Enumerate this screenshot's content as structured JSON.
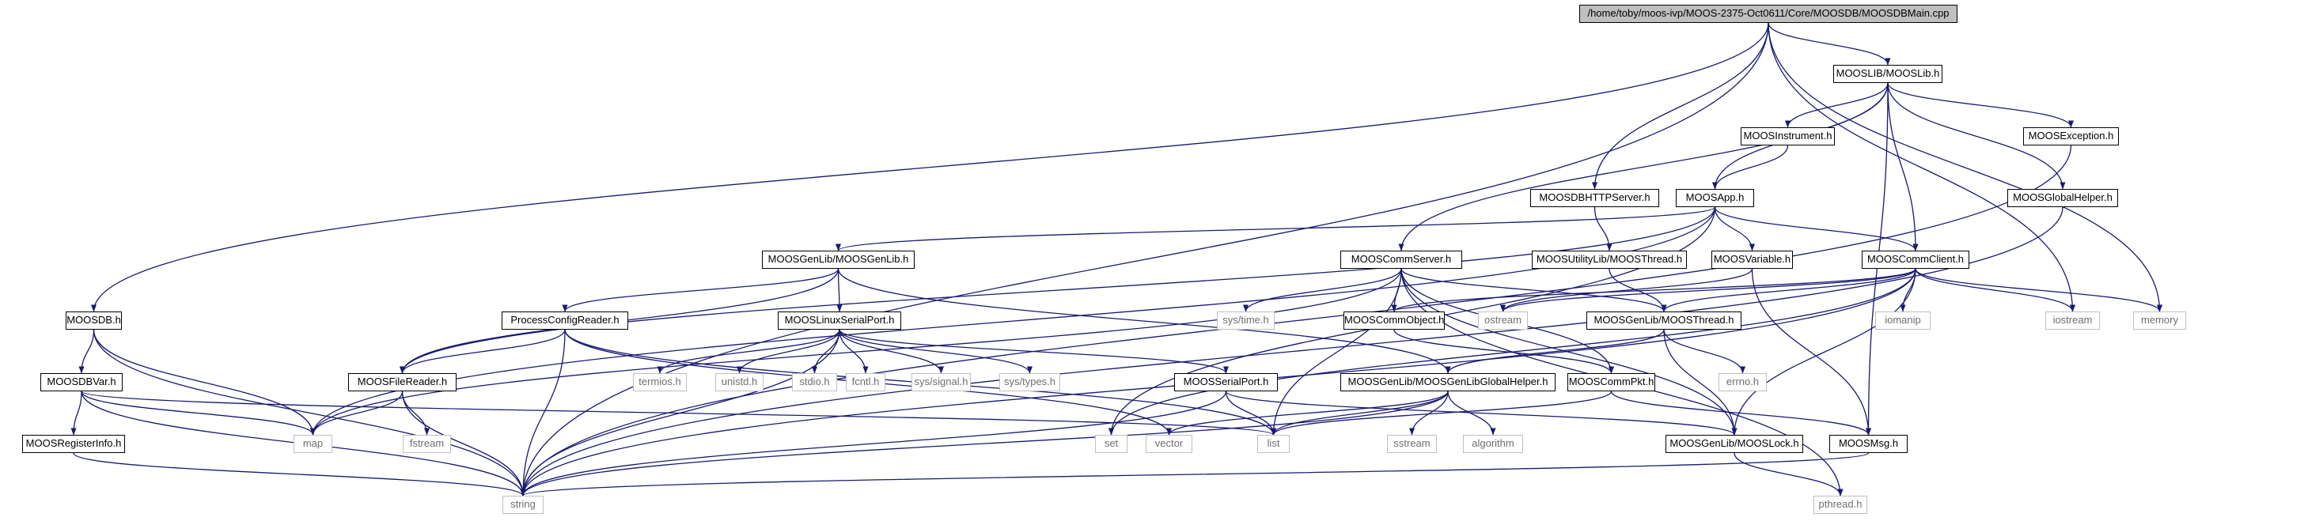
{
  "graph": {
    "nodes": [
      {
        "id": "root",
        "label": "/home/toby/moos-ivp/MOOS-2375-Oct0611/Core/MOOSDB/MOOSDBMain.cpp",
        "kind": "root"
      },
      {
        "id": "mooslib",
        "label": "MOOSLIB/MOOSLib.h",
        "kind": "file"
      },
      {
        "id": "moosinstrument",
        "label": "MOOSInstrument.h",
        "kind": "file"
      },
      {
        "id": "moosexception",
        "label": "MOOSException.h",
        "kind": "file"
      },
      {
        "id": "moosdbhttp",
        "label": "MOOSDBHTTPServer.h",
        "kind": "file"
      },
      {
        "id": "moosapp",
        "label": "MOOSApp.h",
        "kind": "file"
      },
      {
        "id": "moosglobalhelper",
        "label": "MOOSGlobalHelper.h",
        "kind": "file"
      },
      {
        "id": "moosgenlib",
        "label": "MOOSGenLib/MOOSGenLib.h",
        "kind": "file"
      },
      {
        "id": "mooscommserver",
        "label": "MOOSCommServer.h",
        "kind": "file"
      },
      {
        "id": "moosutilthread",
        "label": "MOOSUtilityLib/MOOSThread.h",
        "kind": "file"
      },
      {
        "id": "moosvariable",
        "label": "MOOSVariable.h",
        "kind": "file"
      },
      {
        "id": "mooscommclient",
        "label": "MOOSCommClient.h",
        "kind": "file"
      },
      {
        "id": "moosdb",
        "label": "MOOSDB.h",
        "kind": "file"
      },
      {
        "id": "processconfig",
        "label": "ProcessConfigReader.h",
        "kind": "file"
      },
      {
        "id": "mooslinuxserial",
        "label": "MOOSLinuxSerialPort.h",
        "kind": "file"
      },
      {
        "id": "systime",
        "label": "sys/time.h",
        "kind": "system"
      },
      {
        "id": "mooscommobject",
        "label": "MOOSCommObject.h",
        "kind": "file"
      },
      {
        "id": "ostream",
        "label": "ostream",
        "kind": "system"
      },
      {
        "id": "moosgenthread",
        "label": "MOOSGenLib/MOOSThread.h",
        "kind": "file"
      },
      {
        "id": "iomanip",
        "label": "iomanip",
        "kind": "system"
      },
      {
        "id": "iostream",
        "label": "iostream",
        "kind": "system"
      },
      {
        "id": "memory",
        "label": "memory",
        "kind": "system"
      },
      {
        "id": "moosdbvar",
        "label": "MOOSDBVar.h",
        "kind": "file"
      },
      {
        "id": "moosfilereader",
        "label": "MOOSFileReader.h",
        "kind": "file"
      },
      {
        "id": "termios",
        "label": "termios.h",
        "kind": "system"
      },
      {
        "id": "unistd",
        "label": "unistd.h",
        "kind": "system"
      },
      {
        "id": "stdio",
        "label": "stdio.h",
        "kind": "system"
      },
      {
        "id": "fcntl",
        "label": "fcntl.h",
        "kind": "system"
      },
      {
        "id": "syssignal",
        "label": "sys/signal.h",
        "kind": "system"
      },
      {
        "id": "systypes",
        "label": "sys/types.h",
        "kind": "system"
      },
      {
        "id": "moosserial",
        "label": "MOOSSerialPort.h",
        "kind": "file"
      },
      {
        "id": "moosglobalhelpergen",
        "label": "MOOSGenLib/MOOSGenLibGlobalHelper.h",
        "kind": "file"
      },
      {
        "id": "mooscommpkt",
        "label": "MOOSCommPkt.h",
        "kind": "file"
      },
      {
        "id": "errno",
        "label": "errno.h",
        "kind": "system"
      },
      {
        "id": "map",
        "label": "map",
        "kind": "system"
      },
      {
        "id": "moosregister",
        "label": "MOOSRegisterInfo.h",
        "kind": "file"
      },
      {
        "id": "fstream",
        "label": "fstream",
        "kind": "system"
      },
      {
        "id": "set",
        "label": "set",
        "kind": "system"
      },
      {
        "id": "vector",
        "label": "vector",
        "kind": "system"
      },
      {
        "id": "list",
        "label": "list",
        "kind": "system"
      },
      {
        "id": "sstream",
        "label": "sstream",
        "kind": "system"
      },
      {
        "id": "algorithm",
        "label": "algorithm",
        "kind": "system"
      },
      {
        "id": "mooslock",
        "label": "MOOSGenLib/MOOSLock.h",
        "kind": "file"
      },
      {
        "id": "moosmsg",
        "label": "MOOSMsg.h",
        "kind": "file"
      },
      {
        "id": "string",
        "label": "string",
        "kind": "system"
      },
      {
        "id": "pthread",
        "label": "pthread.h",
        "kind": "system"
      }
    ],
    "edges": [
      [
        "root",
        "mooslib"
      ],
      [
        "root",
        "moosdbhttp"
      ],
      [
        "root",
        "moosdb"
      ],
      [
        "root",
        "string"
      ],
      [
        "root",
        "iostream"
      ],
      [
        "root",
        "memory"
      ],
      [
        "mooslib",
        "moosinstrument"
      ],
      [
        "mooslib",
        "moosexception"
      ],
      [
        "mooslib",
        "moosapp"
      ],
      [
        "mooslib",
        "moosglobalhelper"
      ],
      [
        "mooslib",
        "mooscommclient"
      ],
      [
        "mooslib",
        "mooscommserver"
      ],
      [
        "mooslib",
        "moosmsg"
      ],
      [
        "moosinstrument",
        "moosapp"
      ],
      [
        "moosexception",
        "string"
      ],
      [
        "moosdbhttp",
        "moosutilthread"
      ],
      [
        "moosapp",
        "moosgenlib"
      ],
      [
        "moosapp",
        "mooscommclient"
      ],
      [
        "moosapp",
        "moosvariable"
      ],
      [
        "moosapp",
        "map"
      ],
      [
        "moosapp",
        "set"
      ],
      [
        "moosapp",
        "moosfilereader"
      ],
      [
        "moosglobalhelper",
        "string"
      ],
      [
        "moosgenlib",
        "mooslinuxserial"
      ],
      [
        "moosgenlib",
        "processconfig"
      ],
      [
        "moosgenlib",
        "moosglobalhelpergen"
      ],
      [
        "moosgenlib",
        "moosfilereader"
      ],
      [
        "moosutilthread",
        "moosgenthread"
      ],
      [
        "mooscommserver",
        "mooscommobject"
      ],
      [
        "mooscommserver",
        "moosgenthread"
      ],
      [
        "mooscommserver",
        "systime"
      ],
      [
        "mooscommserver",
        "mooscommpkt"
      ],
      [
        "mooscommserver",
        "list"
      ],
      [
        "mooscommserver",
        "map"
      ],
      [
        "mooscommserver",
        "mooslock"
      ],
      [
        "mooscommserver",
        "pthread"
      ],
      [
        "moosvariable",
        "moosmsg"
      ],
      [
        "moosvariable",
        "ostream"
      ],
      [
        "mooscommclient",
        "mooscommobject"
      ],
      [
        "mooscommclient",
        "moosgenthread"
      ],
      [
        "mooscommclient",
        "iomanip"
      ],
      [
        "mooscommclient",
        "iostream"
      ],
      [
        "mooscommclient",
        "memory"
      ],
      [
        "mooscommclient",
        "ostream"
      ],
      [
        "mooscommclient",
        "set"
      ],
      [
        "mooscommclient",
        "mooslock"
      ],
      [
        "mooscommclient",
        "string"
      ],
      [
        "mooscommobject",
        "mooscommpkt"
      ],
      [
        "moosgenthread",
        "errno"
      ],
      [
        "moosgenthread",
        "mooslock"
      ],
      [
        "moosgenthread",
        "moosglobalhelpergen"
      ],
      [
        "moosdb",
        "moosdbvar"
      ],
      [
        "moosdb",
        "map"
      ],
      [
        "moosdb",
        "string"
      ],
      [
        "moosdbvar",
        "moosregister"
      ],
      [
        "moosdbvar",
        "map"
      ],
      [
        "moosdbvar",
        "string"
      ],
      [
        "moosdbvar",
        "list"
      ],
      [
        "processconfig",
        "moosfilereader"
      ],
      [
        "processconfig",
        "string"
      ],
      [
        "processconfig",
        "vector"
      ],
      [
        "processconfig",
        "list"
      ],
      [
        "mooslinuxserial",
        "termios"
      ],
      [
        "mooslinuxserial",
        "unistd"
      ],
      [
        "mooslinuxserial",
        "stdio"
      ],
      [
        "mooslinuxserial",
        "fcntl"
      ],
      [
        "mooslinuxserial",
        "syssignal"
      ],
      [
        "mooslinuxserial",
        "systypes"
      ],
      [
        "mooslinuxserial",
        "moosserial"
      ],
      [
        "mooslinuxserial",
        "string"
      ],
      [
        "moosfilereader",
        "map"
      ],
      [
        "moosfilereader",
        "fstream"
      ],
      [
        "moosfilereader",
        "string"
      ],
      [
        "moosserial",
        "list"
      ],
      [
        "moosserial",
        "mooslock"
      ],
      [
        "moosserial",
        "string"
      ],
      [
        "moosglobalhelpergen",
        "vector"
      ],
      [
        "moosglobalhelpergen",
        "list"
      ],
      [
        "moosglobalhelpergen",
        "sstream"
      ],
      [
        "moosglobalhelpergen",
        "algorithm"
      ],
      [
        "moosglobalhelpergen",
        "string"
      ],
      [
        "mooscommpkt",
        "list"
      ],
      [
        "mooscommpkt",
        "moosmsg"
      ],
      [
        "mooslock",
        "pthread"
      ],
      [
        "moosmsg",
        "string"
      ],
      [
        "moosregister",
        "string"
      ]
    ]
  }
}
